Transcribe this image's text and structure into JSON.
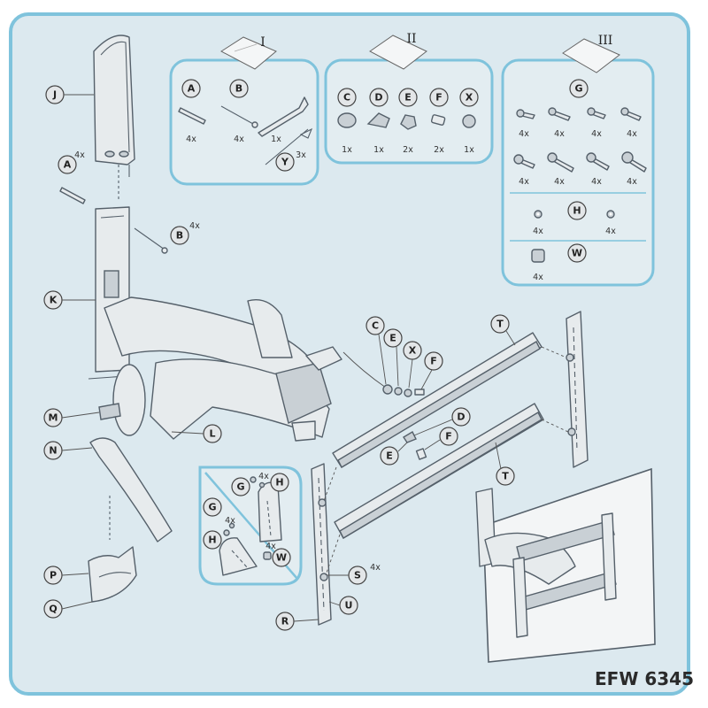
{
  "model": "EFW 6345",
  "bags": [
    {
      "id": "bag-1",
      "roman": "I"
    },
    {
      "id": "bag-2",
      "roman": "II"
    },
    {
      "id": "bag-3",
      "roman": "III"
    }
  ],
  "callouts": {
    "J": "J",
    "A": "A",
    "B": "B",
    "K": "K",
    "M": "M",
    "N": "N",
    "P": "P",
    "Q": "Q",
    "L": "L",
    "C": "C",
    "E": "E",
    "X": "X",
    "F": "F",
    "T": "T",
    "D": "D",
    "G": "G",
    "H": "H",
    "W": "W",
    "R": "R",
    "S": "S",
    "U": "U",
    "Y": "Y"
  },
  "quantities": {
    "q4x": "4x",
    "q3x": "3x",
    "q1x": "1x",
    "q2x": "2x"
  }
}
